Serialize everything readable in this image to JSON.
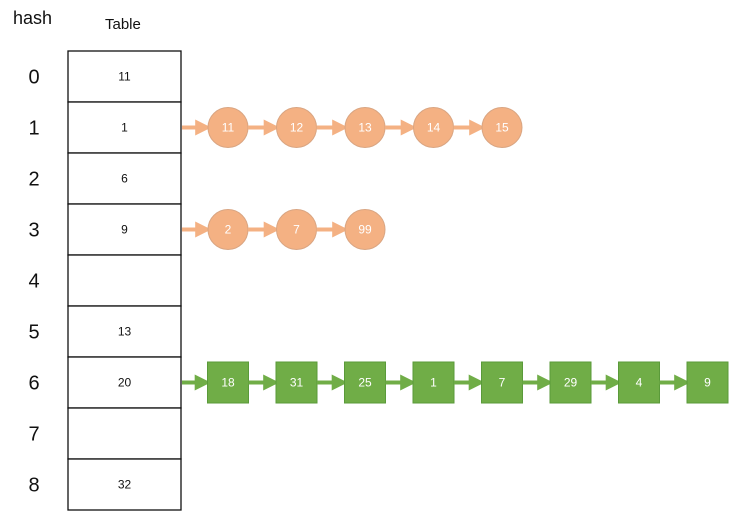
{
  "header": {
    "hash_label": "hash",
    "table_label": "Table"
  },
  "rows": [
    {
      "hash": "0",
      "value": "11"
    },
    {
      "hash": "1",
      "value": "1"
    },
    {
      "hash": "2",
      "value": "6"
    },
    {
      "hash": "3",
      "value": "9"
    },
    {
      "hash": "4",
      "value": ""
    },
    {
      "hash": "5",
      "value": "13"
    },
    {
      "hash": "6",
      "value": "20"
    },
    {
      "hash": "7",
      "value": ""
    },
    {
      "hash": "8",
      "value": "32"
    }
  ],
  "chains": [
    {
      "row": 1,
      "shape": "circle",
      "nodes": [
        "11",
        "12",
        "13",
        "14",
        "15"
      ]
    },
    {
      "row": 3,
      "shape": "circle",
      "nodes": [
        "2",
        "7",
        "99"
      ]
    },
    {
      "row": 6,
      "shape": "square",
      "nodes": [
        "18",
        "31",
        "25",
        "1",
        "7",
        "29",
        "4",
        "9"
      ]
    }
  ],
  "colors": {
    "circle_fill": "#F4B183",
    "circle_stroke": "#D9A582",
    "circle_arrow": "#F4B183",
    "square_fill": "#70AD47",
    "square_stroke": "#5A9A3A",
    "square_arrow": "#70AD47"
  }
}
